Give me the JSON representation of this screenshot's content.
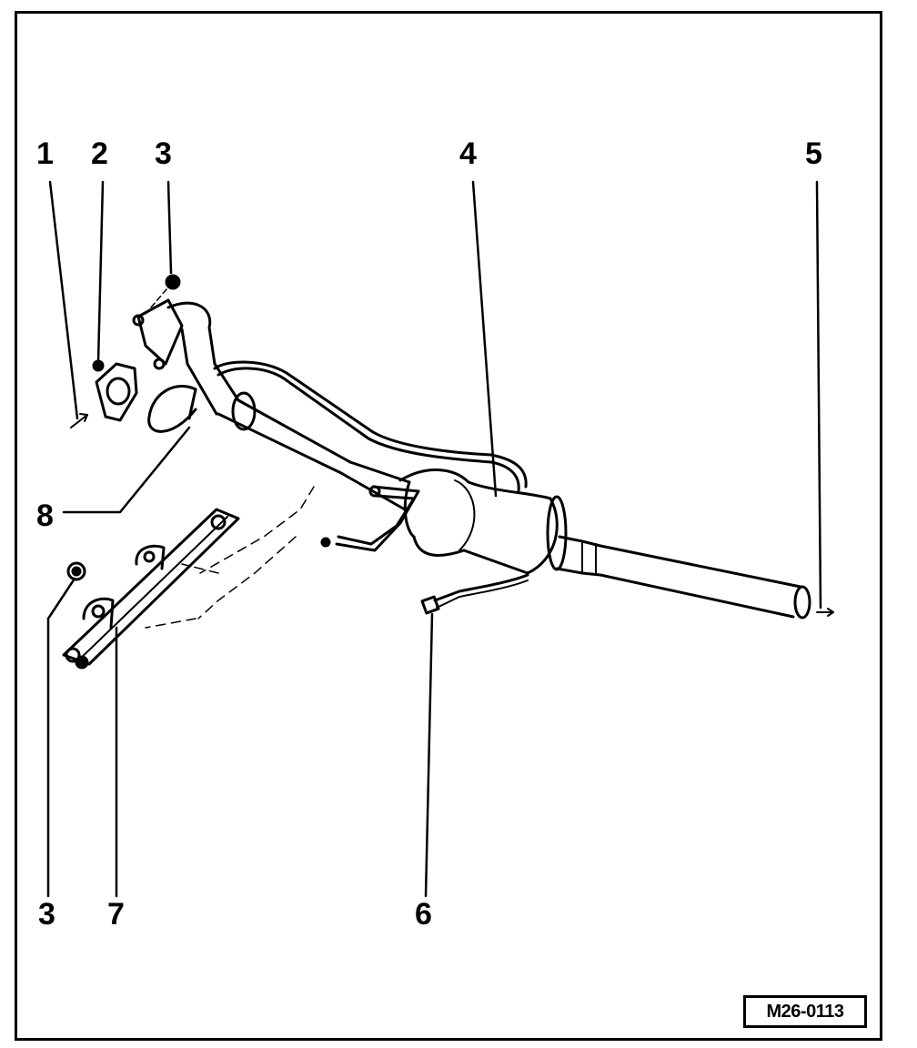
{
  "diagram": {
    "callouts": {
      "c1": "1",
      "c2": "2",
      "c3_top": "3",
      "c4": "4",
      "c5": "5",
      "c6": "6",
      "c7": "7",
      "c8": "8",
      "c3_bottom": "3"
    },
    "reference_code": "M26-0113",
    "colors": {
      "ink": "#000000",
      "paper": "#ffffff"
    }
  }
}
